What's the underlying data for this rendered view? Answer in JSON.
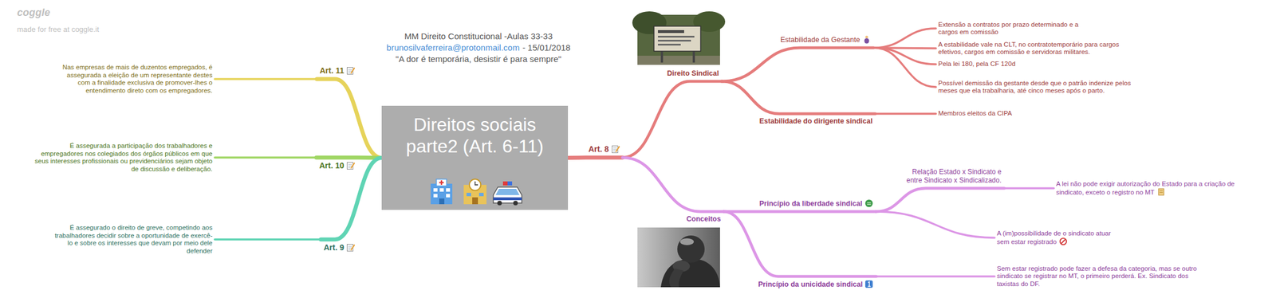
{
  "diagram": {
    "title": "MM Direito Constitucional -Aulas 33-33",
    "nodes": [
      {
        "text": [
          "Direitos sociais parte2 (Art. 6-11)"
        ]
      },
      {
        "text": [
          "Art. 8"
        ]
      },
      {
        "text": [
          "Direito Sindical"
        ]
      },
      {
        "text": [
          "Estabilidade da Gestante"
        ]
      },
      {
        "text": [
          "Extensão a contratos por prazo determinado e a cargos em comissão"
        ]
      },
      {
        "text": [
          "A estabilidade vale na CLT, no contratotemporário para cargos efetivos, cargos em comissão e servidoras militares."
        ]
      },
      {
        "text": [
          "Pela lei 180, pela CF 120d"
        ]
      },
      {
        "text": [
          "Possível demissão da gestante desde que o patrão indenize pelos meses que ela trabalharia, até cinco meses após o parto."
        ]
      },
      {
        "text": [
          "Estabilidade do dirigente sindical"
        ]
      },
      {
        "text": [
          "Membros eleitos da CIPA"
        ]
      },
      {
        "text": [
          "Conceitos"
        ]
      },
      {
        "text": [
          "Princípio da liberdade sindical"
        ]
      },
      {
        "text": [
          "Relação Estado x Sindicato e entre Sindicato x Sindicalizado."
        ]
      },
      {
        "text": [
          "A lei não pode exigir autorização do Estado para a criação de sindicato, exceto o registro no MT"
        ]
      },
      {
        "text": [
          "A (im)possibilidade de o sindicato atuar sem estar registrado"
        ]
      },
      {
        "text": [
          "Princípio da unicidade sindical"
        ]
      },
      {
        "text": [
          "Sem estar registrado pode fazer a defesa da categoria, mas se outro sindicato se registrar no MT, o primeiro perderá. Ex. Sindicato dos taxistas do DF."
        ]
      },
      {
        "text": [
          "Art. 11"
        ]
      },
      {
        "text": [
          "Nas empresas de mais de duzentos empregados, é assegurada a eleição de um representante destes com a finalidade exclusiva de promover-lhes o entendimento direto com os empregadores."
        ]
      },
      {
        "text": [
          "Art. 10"
        ]
      },
      {
        "text": [
          "É assegurada a participação dos trabalhadores e empregadores nos colegiados dos órgãos públicos em que seus interesses profissionais ou previdenciários sejam objeto de discussão e deliberação."
        ]
      },
      {
        "text": [
          "Art. 9"
        ]
      },
      {
        "text": [
          "É assegurado o direito de greve, competindo aos trabalhadores decidir sobre a oportunidade de exercê-lo e sobre os interesses que devam por meio dele defender"
        ]
      }
    ],
    "edges": [
      {
        "from": 0,
        "to": 1,
        "arrow": "none"
      },
      {
        "from": 1,
        "to": 2,
        "arrow": "none"
      },
      {
        "from": 2,
        "to": 3,
        "arrow": "none"
      },
      {
        "from": 3,
        "to": 4,
        "arrow": "none"
      },
      {
        "from": 3,
        "to": 5,
        "arrow": "none"
      },
      {
        "from": 3,
        "to": 6,
        "arrow": "none"
      },
      {
        "from": 3,
        "to": 7,
        "arrow": "none"
      },
      {
        "from": 2,
        "to": 8,
        "arrow": "none"
      },
      {
        "from": 8,
        "to": 9,
        "arrow": "none"
      },
      {
        "from": 1,
        "to": 10,
        "arrow": "none"
      },
      {
        "from": 10,
        "to": 11,
        "arrow": "none"
      },
      {
        "from": 11,
        "to": 12,
        "arrow": "none"
      },
      {
        "from": 12,
        "to": 13,
        "arrow": "none"
      },
      {
        "from": 11,
        "to": 14,
        "arrow": "none"
      },
      {
        "from": 10,
        "to": 15,
        "arrow": "none"
      },
      {
        "from": 15,
        "to": 16,
        "arrow": "none"
      },
      {
        "from": 0,
        "to": 17,
        "arrow": "none"
      },
      {
        "from": 17,
        "to": 18,
        "arrow": "none"
      },
      {
        "from": 0,
        "to": 19,
        "arrow": "none"
      },
      {
        "from": 19,
        "to": 20,
        "arrow": "none"
      },
      {
        "from": 0,
        "to": 21,
        "arrow": "none"
      },
      {
        "from": 21,
        "to": 22,
        "arrow": "none"
      }
    ],
    "labels": [
      "coggle",
      "made for free at coggle.it",
      "brunosilvaferreira@protonmail.com",
      "- 15/01/2018",
      "\"A dor é temporária, desistir é para sempre\""
    ]
  }
}
